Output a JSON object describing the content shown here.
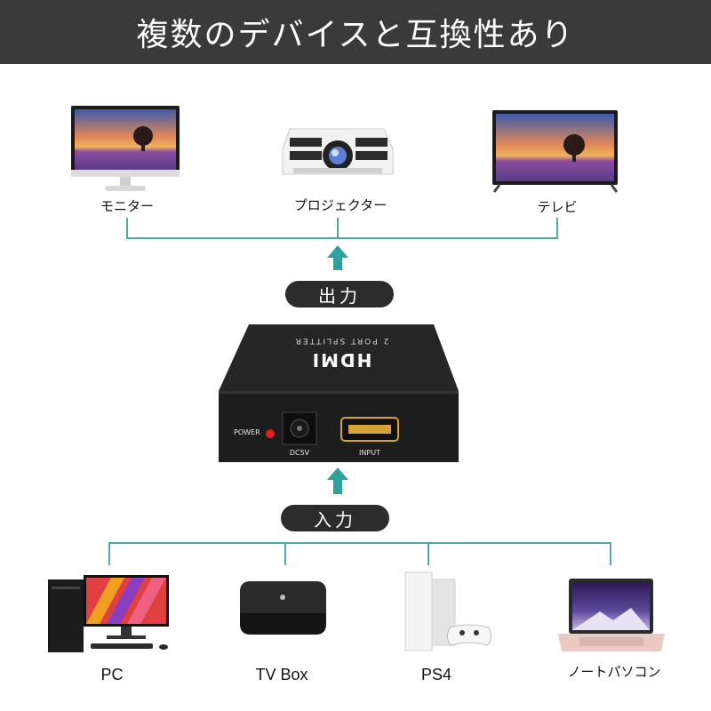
{
  "header": {
    "title": "複数のデバイスと互換性あり"
  },
  "output": {
    "label": "出力",
    "devices": [
      {
        "label": "モニター",
        "icon": "monitor-icon"
      },
      {
        "label": "プロジェクター",
        "icon": "projector-icon"
      },
      {
        "label": "テレビ",
        "icon": "tv-icon"
      }
    ]
  },
  "splitter": {
    "brand": "HDMI",
    "model_text": "2 PORT SPLITTER",
    "power_label": "POWER",
    "dc_label": "DC5V",
    "input_label": "INPUT"
  },
  "input": {
    "label": "入力",
    "devices": [
      {
        "label": "PC",
        "icon": "pc-icon"
      },
      {
        "label": "TV Box",
        "icon": "tv-box-icon"
      },
      {
        "label": "PS4",
        "icon": "ps4-icon"
      },
      {
        "label": "ノートパソコン",
        "icon": "laptop-icon"
      }
    ]
  },
  "colors": {
    "banner": "#3a3a3a",
    "connector": "#4fa8a6",
    "arrow": "#2fa19b",
    "pill": "#2c2c2c",
    "device_body": "#1d1d1d",
    "power_led": "#e02020",
    "port_gold": "#d4a536"
  }
}
